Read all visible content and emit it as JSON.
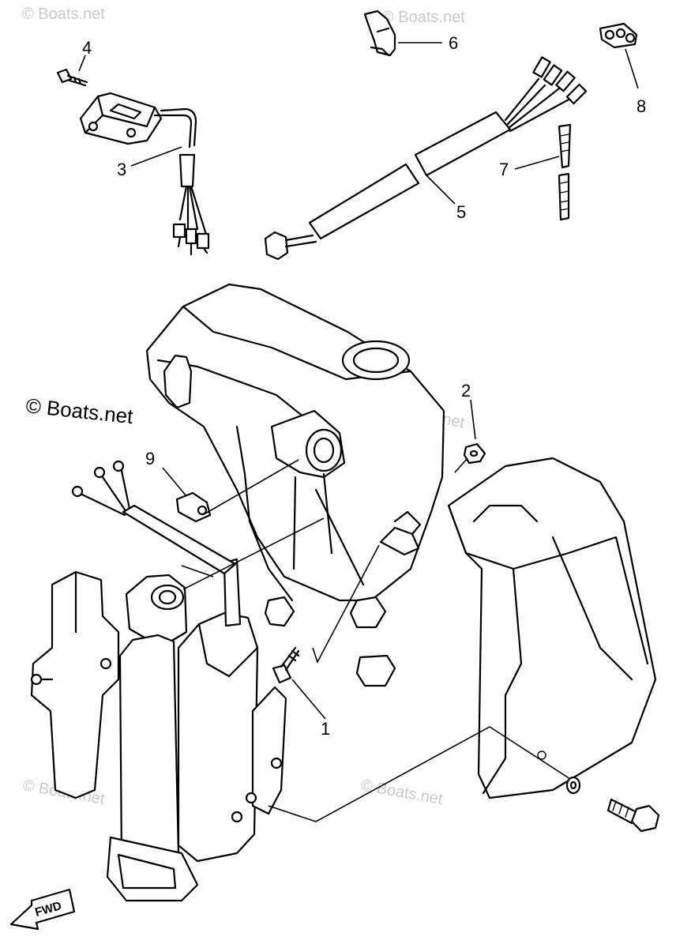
{
  "copyright": "© Boats.net",
  "watermark": "© Boats.net",
  "fwd_label": "FWD",
  "callouts": {
    "c1": "1",
    "c2": "2",
    "c3": "3",
    "c4": "4",
    "c5": "5",
    "c6": "6",
    "c7": "7",
    "c8": "8",
    "c9": "9"
  }
}
